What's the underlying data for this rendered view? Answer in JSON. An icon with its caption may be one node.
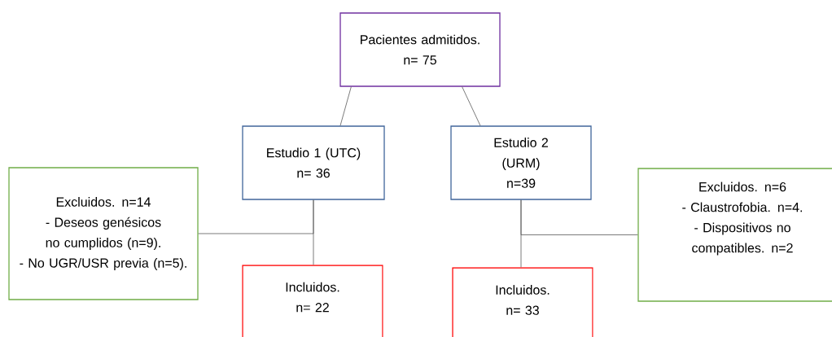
{
  "diagram": {
    "nodes": [
      {
        "text": [
          "Pacientes admitidos.",
          "n= 75"
        ]
      },
      {
        "text": [
          "Estudio 1 (UTC)",
          "n= 36"
        ]
      },
      {
        "text": [
          "Estudio 2 (URM)",
          "n=39"
        ]
      },
      {
        "text": [
          "Excluidos. n=14",
          "- Deseos genésicos no cumplidos (n=9).",
          "- No UGR/USR previa (n=5)."
        ]
      },
      {
        "text": [
          "Incluidos.",
          "n= 22"
        ]
      },
      {
        "text": [
          "Excluidos. n=6",
          "- Claustrofobia. n=4.",
          "- Dispositivos no compatibles. n=2"
        ]
      },
      {
        "text": [
          "Incluidos.",
          "n= 33"
        ]
      }
    ],
    "edges": [
      {
        "from": 0,
        "to": 1,
        "arrow": "none"
      },
      {
        "from": 0,
        "to": 2,
        "arrow": "none"
      },
      {
        "from": 1,
        "to": 3,
        "arrow": "none"
      },
      {
        "from": 1,
        "to": 4,
        "arrow": "none"
      },
      {
        "from": 2,
        "to": 6,
        "arrow": "none"
      },
      {
        "from": 2,
        "to": 5,
        "arrow": "none"
      }
    ]
  }
}
